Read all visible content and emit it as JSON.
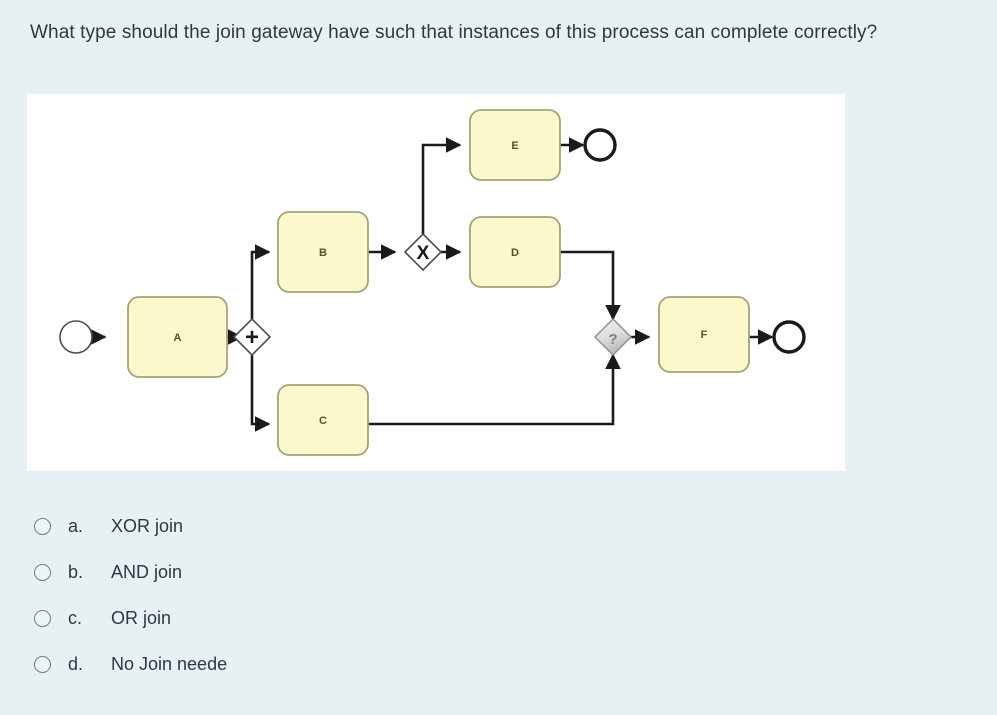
{
  "question": {
    "text": "What type should the join gateway have such that instances of this process can complete correctly?"
  },
  "diagram": {
    "type": "bpmn-process-model",
    "panel_background": "#ffffff",
    "task_fill": "#fbf8cc",
    "task_border": "#a3a375",
    "gateway_fill": "#ffffff",
    "join_gateway_fill": "#d9d9d9",
    "flow_color": "#1a1a1a",
    "nodes": [
      {
        "id": "start",
        "kind": "start-event",
        "label": ""
      },
      {
        "id": "taskA",
        "kind": "task",
        "label": "A"
      },
      {
        "id": "splitAnd",
        "kind": "parallel-gateway",
        "label": "+"
      },
      {
        "id": "taskB",
        "kind": "task",
        "label": "B"
      },
      {
        "id": "taskC",
        "kind": "task",
        "label": "C"
      },
      {
        "id": "splitXor",
        "kind": "exclusive-gateway",
        "label": "X"
      },
      {
        "id": "taskE",
        "kind": "task",
        "label": "E"
      },
      {
        "id": "taskD",
        "kind": "task",
        "label": "D"
      },
      {
        "id": "endE",
        "kind": "end-event",
        "label": ""
      },
      {
        "id": "joinUnknown",
        "kind": "unknown-gateway",
        "label": "?"
      },
      {
        "id": "taskF",
        "kind": "task",
        "label": "F"
      },
      {
        "id": "endF",
        "kind": "end-event",
        "label": ""
      }
    ],
    "flows": [
      {
        "from": "start",
        "to": "taskA"
      },
      {
        "from": "taskA",
        "to": "splitAnd"
      },
      {
        "from": "splitAnd",
        "to": "taskB"
      },
      {
        "from": "splitAnd",
        "to": "taskC"
      },
      {
        "from": "taskB",
        "to": "splitXor"
      },
      {
        "from": "splitXor",
        "to": "taskE"
      },
      {
        "from": "splitXor",
        "to": "taskD"
      },
      {
        "from": "taskE",
        "to": "endE"
      },
      {
        "from": "taskD",
        "to": "joinUnknown"
      },
      {
        "from": "taskC",
        "to": "joinUnknown"
      },
      {
        "from": "joinUnknown",
        "to": "taskF"
      },
      {
        "from": "taskF",
        "to": "endF"
      }
    ]
  },
  "options": [
    {
      "letter": "a.",
      "label": "XOR join",
      "selected": false
    },
    {
      "letter": "b.",
      "label": "AND join",
      "selected": false
    },
    {
      "letter": "c.",
      "label": "OR join",
      "selected": false
    },
    {
      "letter": "d.",
      "label": "No Join neede",
      "selected": false
    }
  ]
}
